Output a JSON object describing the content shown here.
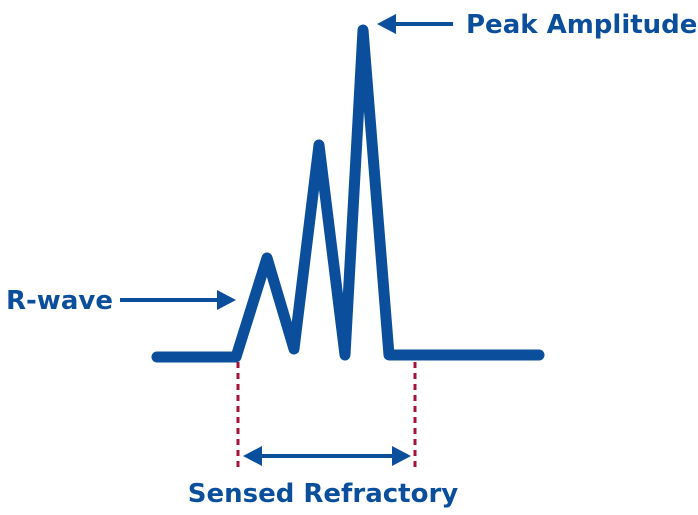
{
  "labels": {
    "peak_amplitude": "Peak Amplitude",
    "r_wave": "R-wave",
    "sensed_refractory": "Sensed Refractory"
  },
  "colors": {
    "waveform": "#0b4f9c",
    "text": "#0b4f9c",
    "marker_lines": "#a8123a"
  }
}
